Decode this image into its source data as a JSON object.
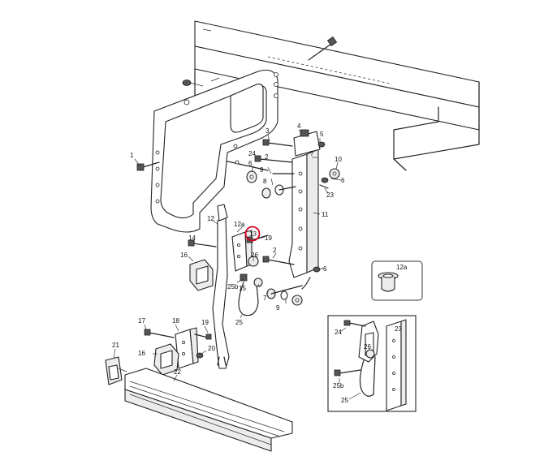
{
  "highlight_color": "#d0021b",
  "labels": {
    "p1": "1",
    "p2a": "2",
    "p2b": "2",
    "p3": "3",
    "p4": "4",
    "p5": "5",
    "p6a": "6",
    "p6b": "6",
    "p6c": "6",
    "p7": "7",
    "p8": "8",
    "p9a": "9",
    "p9b": "9",
    "p10": "10",
    "p11": "11",
    "p12": "12",
    "p12a": "12a",
    "p13": "13",
    "p14": "14",
    "p15": "15",
    "p16a": "16",
    "p16b": "16",
    "p17": "17",
    "p18": "18",
    "p19a": "19",
    "p19b": "19",
    "p20": "20",
    "p21": "21",
    "p22": "22",
    "p23": "23",
    "p24": "24",
    "p25": "25",
    "p25b": "25b",
    "p26": "26",
    "inset_12a": "12a",
    "d_23": "23",
    "d_24": "24",
    "d_26": "26",
    "d_25b": "25b",
    "d_25": "25"
  }
}
